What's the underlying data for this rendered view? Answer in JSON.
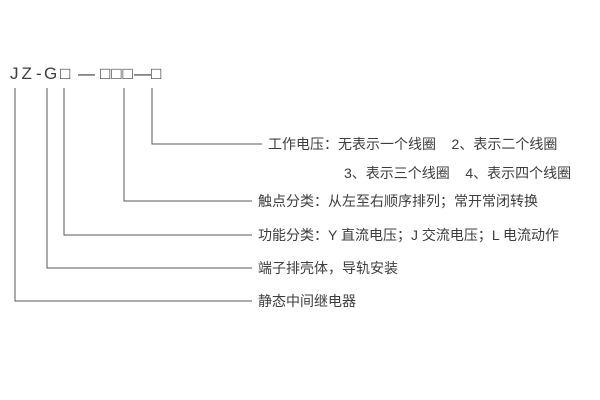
{
  "code": {
    "jz": "JZ",
    "dash1": "-",
    "g": "G",
    "box1": "□",
    "dash2": "—",
    "box_group": "□□□",
    "dash3": "—",
    "box2": "□"
  },
  "callouts": {
    "working_voltage": {
      "line1": "工作电压：无表示一个线圈    2、表示二个线圈",
      "line2": "3、表示三个线圈    4、表示四个线圈"
    },
    "contact": "触点分类：从左至右顺序排列；常开常闭转换",
    "function": "功能分类：Y 直流电压；J 交流电压；L 电流动作",
    "housing": "端子排壳体，导轨安装",
    "type": "静态中间继电器"
  },
  "colors": {
    "line": "#5a5a5a",
    "text": "#3d3d3d",
    "background": "#ffffff"
  }
}
